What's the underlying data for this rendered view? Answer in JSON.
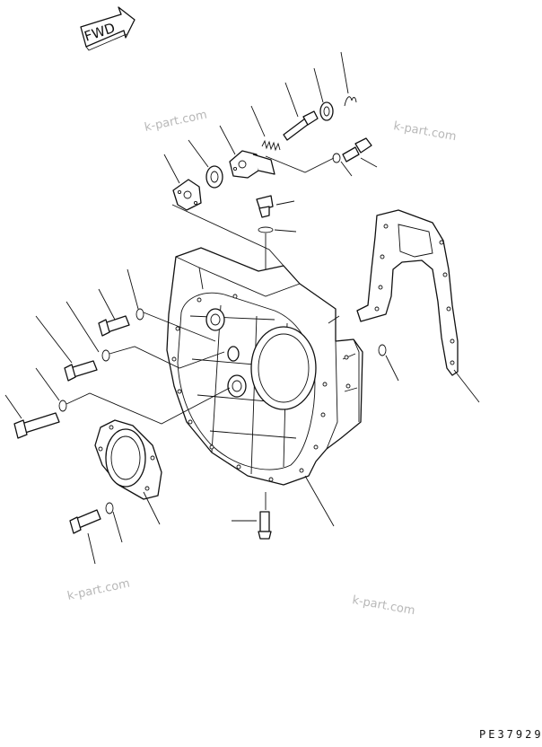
{
  "fwd_label": "FWD",
  "drawing_code": "PE37929",
  "watermarks": [
    "k-part.com",
    "k-part.com",
    "k-part.com",
    "k-part.com"
  ]
}
